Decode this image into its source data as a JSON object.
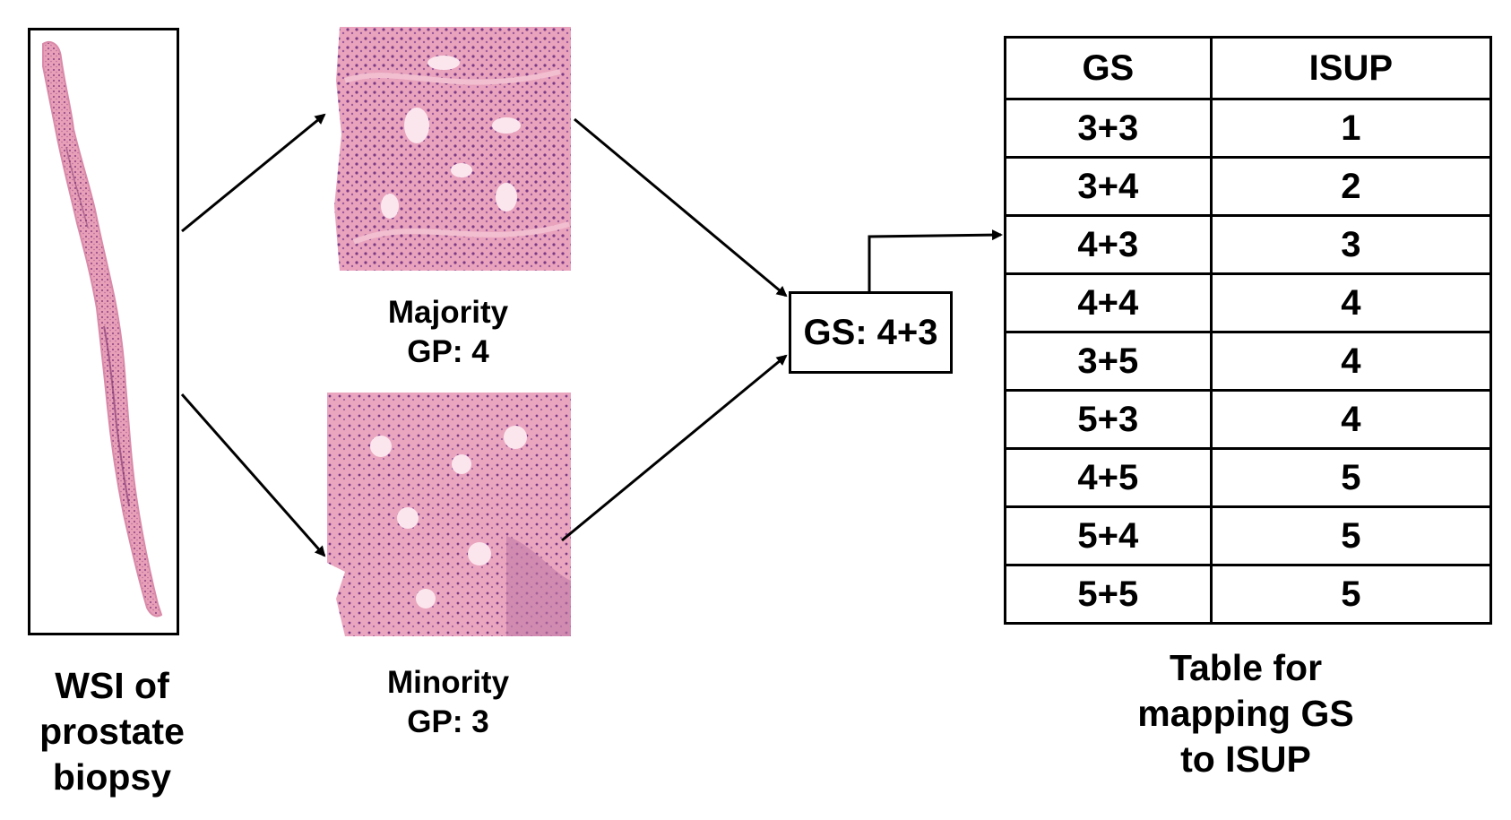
{
  "wsi_caption_lines": [
    "WSI of",
    "prostate",
    "biopsy"
  ],
  "majority_caption_lines": [
    "Majority",
    "GP: 4"
  ],
  "minority_caption_lines": [
    "Minority",
    "GP: 3"
  ],
  "gs_result": "GS: 4+3",
  "table": {
    "headers": [
      "GS",
      "ISUP"
    ],
    "rows": [
      [
        "3+3",
        "1"
      ],
      [
        "3+4",
        "2"
      ],
      [
        "4+3",
        "3"
      ],
      [
        "4+4",
        "4"
      ],
      [
        "3+5",
        "4"
      ],
      [
        "5+3",
        "4"
      ],
      [
        "4+5",
        "5"
      ],
      [
        "5+4",
        "5"
      ],
      [
        "5+5",
        "5"
      ]
    ]
  },
  "table_caption_lines": [
    "Table for",
    "mapping GS",
    "to ISUP"
  ],
  "colors": {
    "tissue_pink": "#e8a0b8",
    "tissue_dark": "#9a4f8a",
    "line": "#000000"
  }
}
